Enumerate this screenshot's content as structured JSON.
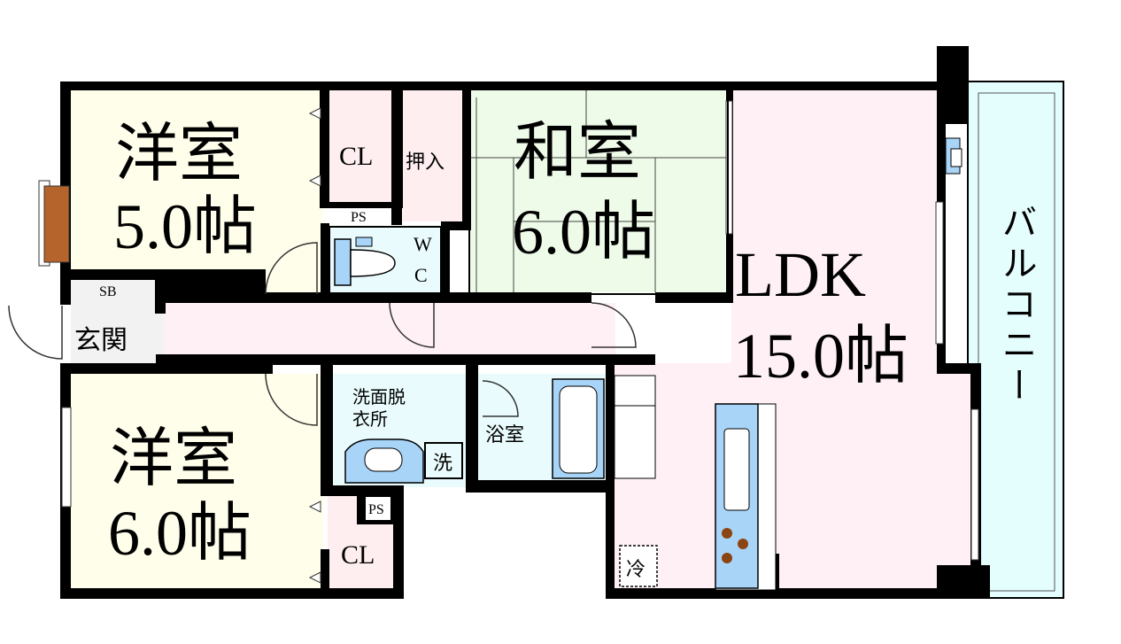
{
  "rooms": {
    "western_top": {
      "name": "洋室",
      "size": "5.0帖"
    },
    "western_bottom": {
      "name": "洋室",
      "size": "6.0帖"
    },
    "japanese": {
      "name": "和室",
      "size": "6.0帖"
    },
    "ldk": {
      "name": "LDK",
      "size": "15.0帖"
    },
    "balcony": {
      "name": "バルコニー"
    },
    "entrance": {
      "name": "玄関"
    },
    "washroom": {
      "name": "洗面脱衣所",
      "line1": "洗面脱",
      "line2": "衣所"
    },
    "bathroom": {
      "name": "浴室"
    }
  },
  "labels": {
    "cl_top": "CL",
    "cl_bottom": "CL",
    "oshiire": "押入",
    "ps_top": "PS",
    "ps_bottom": "PS",
    "wc_w": "W",
    "wc_c": "C",
    "sb": "SB",
    "washer": "洗",
    "fridge": "冷"
  },
  "colors": {
    "western": "#fefeea",
    "japanese": "#eefbe9",
    "ldk": "#fff0f6",
    "balcony": "#e4fdfd",
    "closet": "#feeef0",
    "water": "#e9fbfc",
    "fixture_blue": "#a8d4f8",
    "wall": "#000000"
  }
}
